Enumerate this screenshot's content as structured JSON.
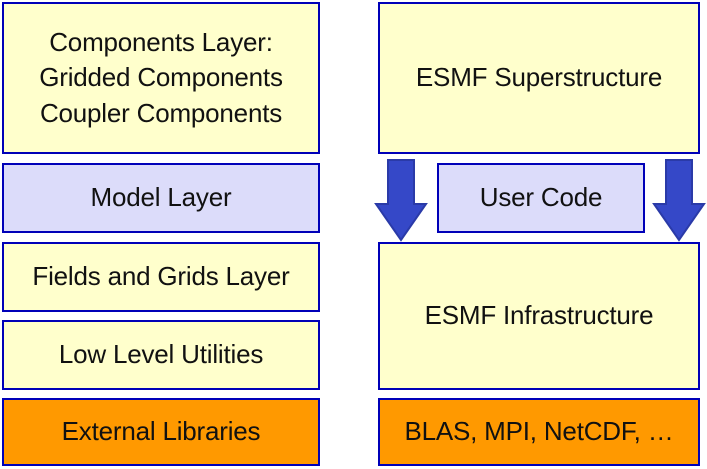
{
  "colors": {
    "border": "#0000b8",
    "yellow_fill": "#ffffcc",
    "lavender_fill": "#dcdcfa",
    "orange_fill": "#ff9900",
    "arrow": "#3548c8"
  },
  "left_stack": {
    "components_layer": {
      "line1": "Components Layer:",
      "line2": "Gridded Components",
      "line3": "Coupler Components"
    },
    "model_layer": "Model Layer",
    "fields_grids_layer": "Fields and Grids Layer",
    "low_level_utilities": "Low Level Utilities",
    "external_libraries": "External Libraries"
  },
  "right_stack": {
    "superstructure": "ESMF Superstructure",
    "user_code": "User Code",
    "infrastructure": "ESMF Infrastructure",
    "libraries": "BLAS, MPI, NetCDF, …"
  },
  "icons": {
    "left_arrow": "down-arrow-icon",
    "right_arrow": "down-arrow-icon"
  }
}
